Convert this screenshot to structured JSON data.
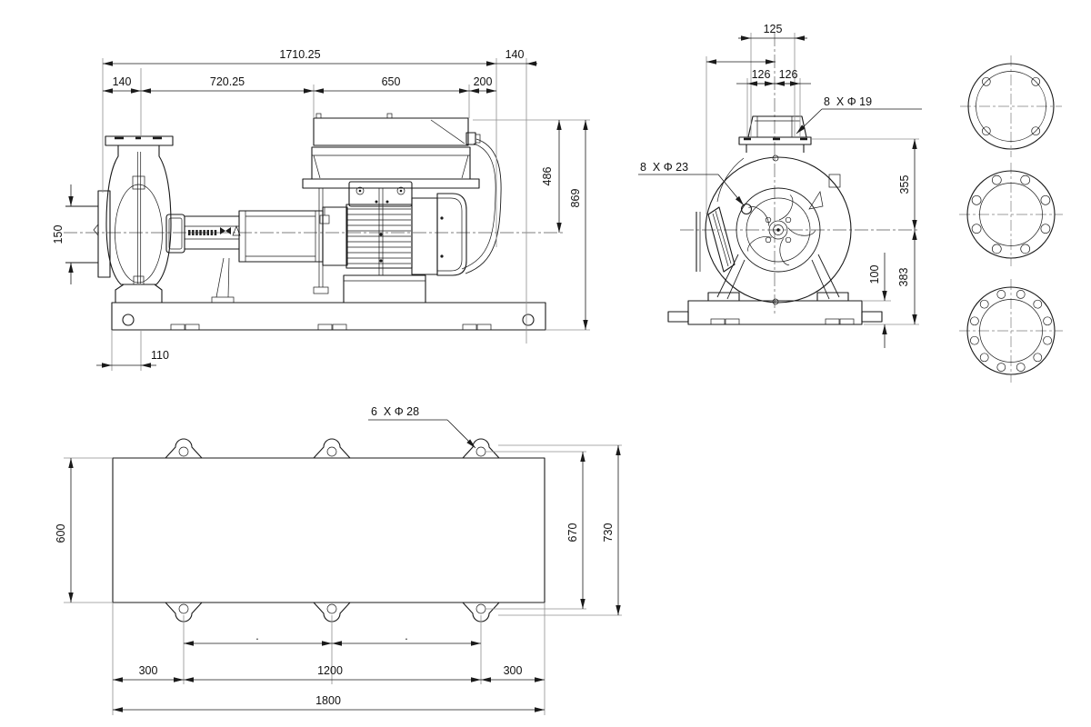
{
  "side_view": {
    "dims": {
      "overall_length": "1710.25",
      "overhang_right": "140",
      "suction_to_flange": "140",
      "pump_section": "720.25",
      "motor_section": "650",
      "rear_section": "200",
      "centerline_to_top": "486",
      "overall_height": "869",
      "suction_port": "150",
      "base_to_center": "110"
    }
  },
  "end_view": {
    "dims": {
      "top_width": "125",
      "bolt_left": "126",
      "bolt_right": "126",
      "center_to_flange_top": "355",
      "center_to_base": "383",
      "base_height": "100"
    },
    "labels": {
      "discharge_bolt_holes": "8  X Φ 19",
      "suction_bolt_holes": "8  X Φ 23"
    }
  },
  "plan_view": {
    "dims": {
      "base_width": "600",
      "hole_span": "670",
      "lug_span": "730",
      "edge_to_hole_left": "300",
      "hole_spacing": "1200",
      "edge_to_hole_right": "300",
      "overall_length": "1800",
      "spacing_dot_1": ".",
      "spacing_dot_2": "."
    },
    "labels": {
      "anchor_holes": "6  X Φ 28"
    }
  },
  "flanges": [
    {
      "name": "flange-4-hole",
      "holes": 4
    },
    {
      "name": "flange-8-hole",
      "holes": 8
    },
    {
      "name": "flange-12-hole",
      "holes": 12
    }
  ]
}
